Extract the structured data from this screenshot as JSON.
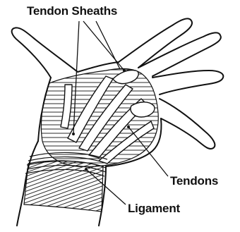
{
  "diagram": {
    "labels": {
      "tendon_sheaths": "Tendon Sheaths",
      "tendons": "Tendons",
      "ligament": "Ligament"
    },
    "colors": {
      "ink": "#111111",
      "background": "#ffffff"
    }
  }
}
